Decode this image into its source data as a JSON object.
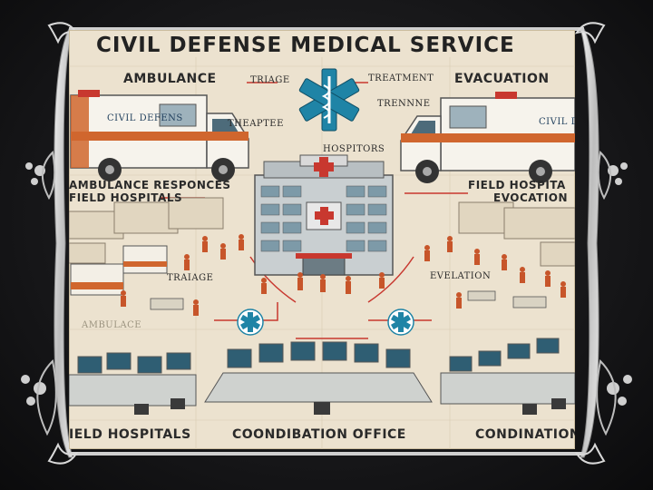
{
  "poster": {
    "title": "CIVIL DEFENSE MEDICAL SERVICE",
    "top_labels": {
      "ambulance": "AMBULANCE",
      "triage": "TRIAGE",
      "treatment": "TREATMENT",
      "evacuation": "EVACUATION",
      "therapist": "THEAPTEE",
      "treatment_small": "TRENNNE",
      "hospitals": "HOSPITORS"
    },
    "vehicle_text": {
      "left": "CIVIL DEFENS",
      "right": "CIVIL DEFEN"
    },
    "middle_labels": {
      "left_line1": "AMBULANCE RESPONCES",
      "left_line2": "FIELD HOSPITALS",
      "right_line1": "FIELD HOSPITA",
      "right_line2": "EVOCATION"
    },
    "lower_labels": {
      "triage": "TRAIAGE",
      "evelation": "EVELATION",
      "ambulance_faded": "AMBULACE"
    },
    "bottom_labels": {
      "left": "IELD HOSPITALS",
      "center": "COONDIBATION OFFICE",
      "right": "CONDINATION"
    }
  },
  "colors": {
    "poster_bg": "#ece2cf",
    "accent_teal": "#1f84a6",
    "accent_red": "#c8382f",
    "orange": "#d0662e",
    "watermark": "#46c85a"
  },
  "icons": [
    "star-of-life-icon",
    "red-cross-icon",
    "ornate-frame"
  ]
}
